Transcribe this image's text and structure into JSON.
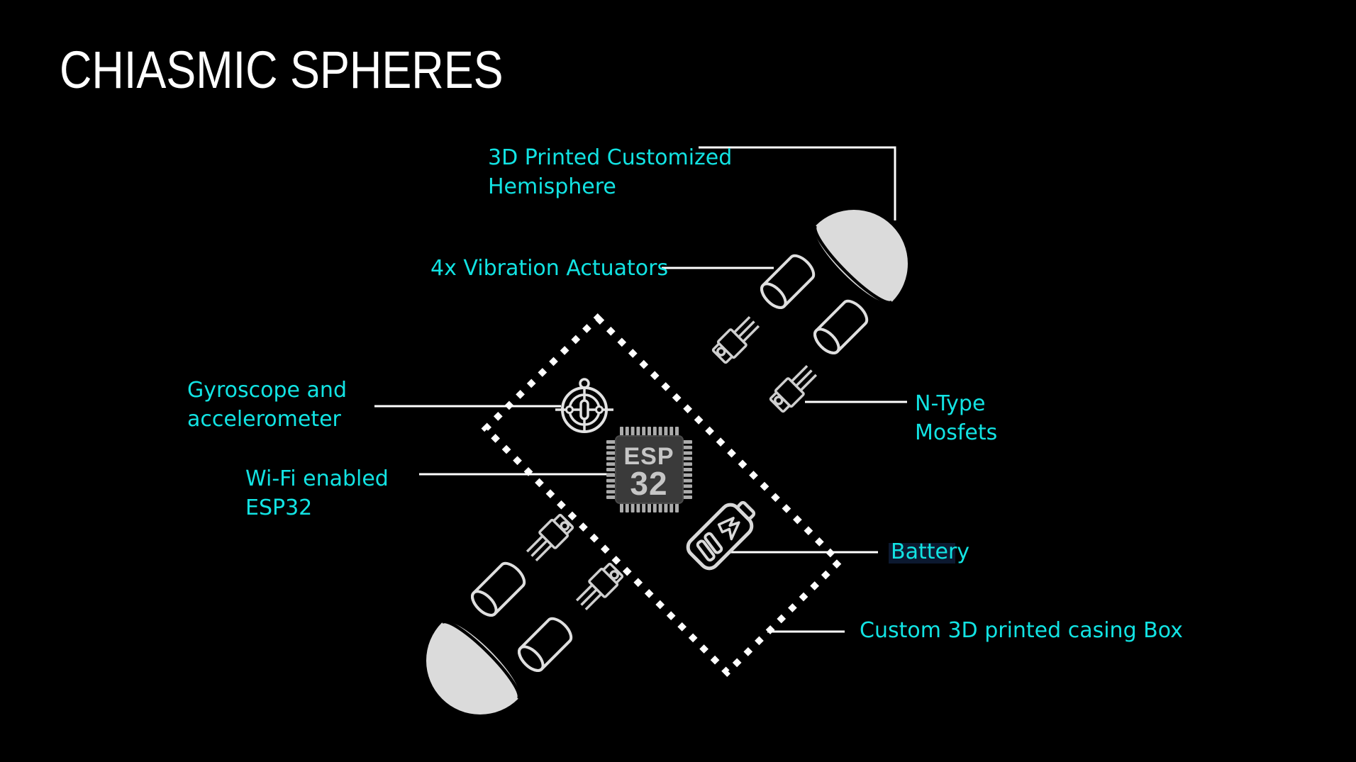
{
  "slide": {
    "title": "CHIASMIC SPHERES"
  },
  "labels": {
    "hemisphere": {
      "line1": "3D Printed Customized",
      "line2": "Hemisphere"
    },
    "actuators": {
      "text": "4x Vibration Actuators"
    },
    "gyroscope": {
      "line1": "Gyroscope and",
      "line2": "accelerometer"
    },
    "wifi": {
      "line1": "Wi-Fi enabled",
      "line2": "ESP32"
    },
    "mosfets": {
      "line1": "N-Type",
      "line2": "Mosfets"
    },
    "battery": {
      "text": "Battery"
    },
    "casing": {
      "text": "Custom 3D printed casing Box"
    }
  },
  "chip": {
    "line1": "ESP",
    "line2": "32"
  },
  "colors": {
    "background": "#000000",
    "label_cyan": "#12E3E3",
    "leader_line": "#FFFFFF",
    "hemisphere_fill": "#DBDBDB",
    "hemisphere_rim": "#000000",
    "component_outline": "#D9D9D9",
    "casing_dots": "#FFFFFF",
    "chip_body": "#3A3A3A",
    "chip_pins": "#ABABAB",
    "chip_text": "#C6C6C6",
    "battery_text_highlight": "#0C1930"
  },
  "icons": {
    "hemisphere-top-icon": "3d-printed dome shell (upper right)",
    "hemisphere-bottom-icon": "3d-printed dome shell (lower left)",
    "vibration-actuator-icon": "cylinder motor outline (x4)",
    "mosfet-icon": "TO-220 transistor outline (x4)",
    "gyroscope-icon": "circular gyroscope/accelerometer symbol",
    "esp32-chip-icon": "quad-flat-pack microchip labelled ESP 32",
    "battery-icon": "battery outline with lightning bolt",
    "casing-box-outline": "dotted rotated rectangle"
  }
}
